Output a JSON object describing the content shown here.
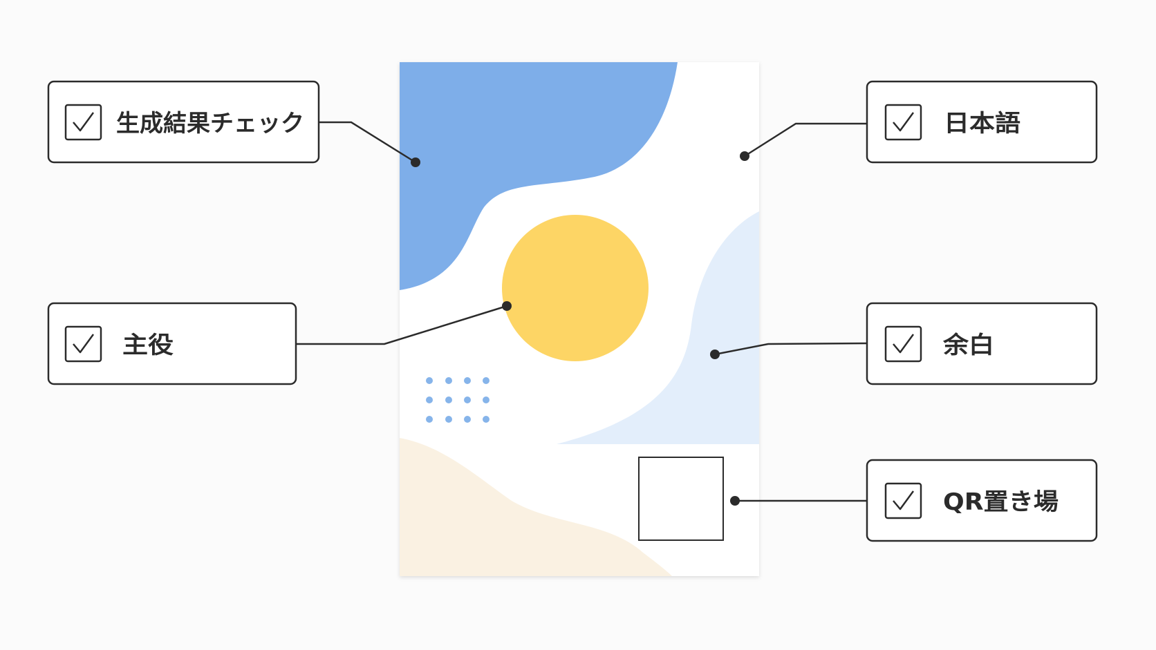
{
  "checklist": {
    "items": [
      {
        "label": "生成結果チェック",
        "checked": true,
        "icon": "checkbox-checked-icon"
      },
      {
        "label": "主役",
        "checked": true,
        "icon": "checkbox-checked-icon"
      },
      {
        "label": "日本語",
        "checked": true,
        "icon": "checkbox-checked-icon"
      },
      {
        "label": "余白",
        "checked": true,
        "icon": "checkbox-checked-icon"
      },
      {
        "label": "QR置き場",
        "checked": true,
        "icon": "checkbox-checked-icon"
      }
    ]
  },
  "colors": {
    "background": "#fbfbfb",
    "card": "#ffffff",
    "blue_shape": "#7eaee9",
    "light_blue_shape": "#e3eefb",
    "beige_shape": "#faf1e2",
    "yellow_circle": "#fdd565",
    "dots": "#86b4ea",
    "line": "#2b2b2b"
  }
}
